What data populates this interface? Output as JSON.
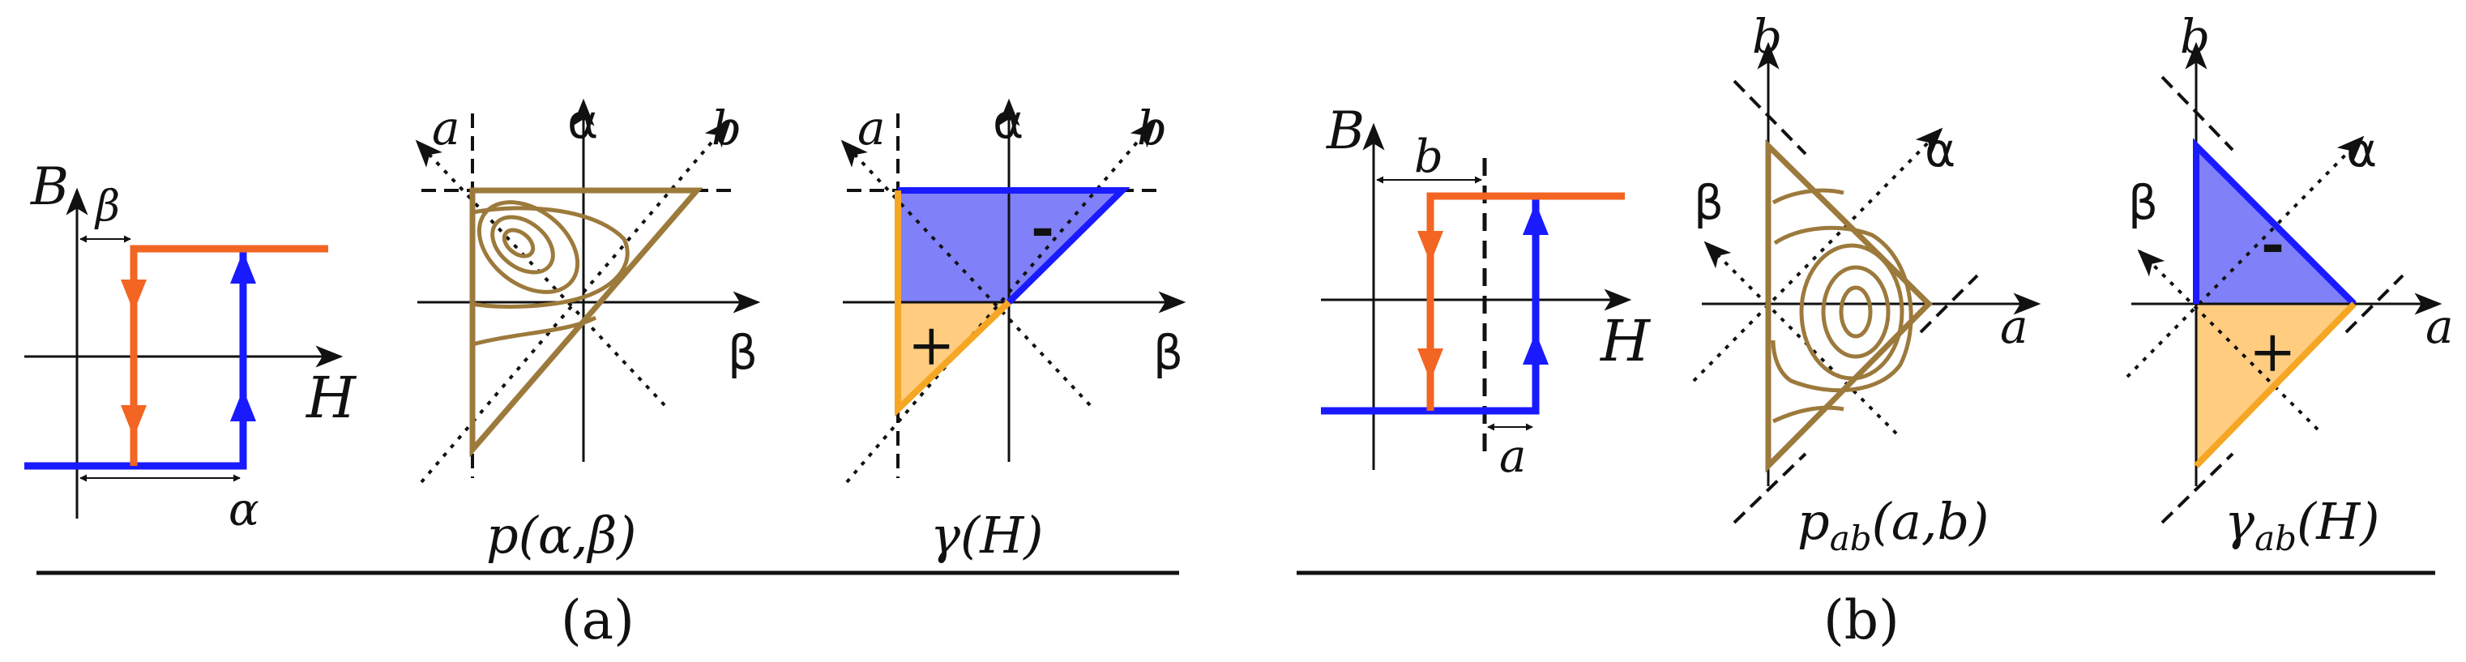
{
  "colors": {
    "orange": "#f26522",
    "blue": "#1a1aff",
    "brown": "#9c7a3c",
    "light_orange": "#ffcc80",
    "light_blue": "#8080f8",
    "ink": "#111111"
  },
  "panel_a": {
    "caption": "(a)",
    "hysteron": {
      "axis_b": "B",
      "axis_h": "H",
      "alpha": "α",
      "beta": "β"
    },
    "preisach": {
      "label_a": "a",
      "label_b": "b",
      "axis_alpha": "α",
      "axis_beta": "β",
      "caption": "p(α,β)"
    },
    "switching": {
      "label_a": "a",
      "label_b": "b",
      "axis_alpha": "α",
      "axis_beta": "β",
      "minus": "-",
      "plus": "+",
      "caption": "γ(H)"
    }
  },
  "panel_b": {
    "caption": "(b)",
    "hysteron": {
      "axis_b": "B",
      "axis_h": "H",
      "label_a": "a",
      "label_b": "b"
    },
    "preisach": {
      "label_a": "a",
      "label_b": "b",
      "axis_alpha": "α",
      "axis_beta": "β",
      "caption_p": "p",
      "caption_sub": "ab",
      "caption_args": "(a,b)"
    },
    "switching": {
      "label_a": "a",
      "label_b": "b",
      "axis_alpha": "α",
      "axis_beta": "β",
      "minus": "-",
      "plus": "+",
      "caption_g": "γ",
      "caption_sub": "ab",
      "caption_args": "(H)"
    }
  }
}
